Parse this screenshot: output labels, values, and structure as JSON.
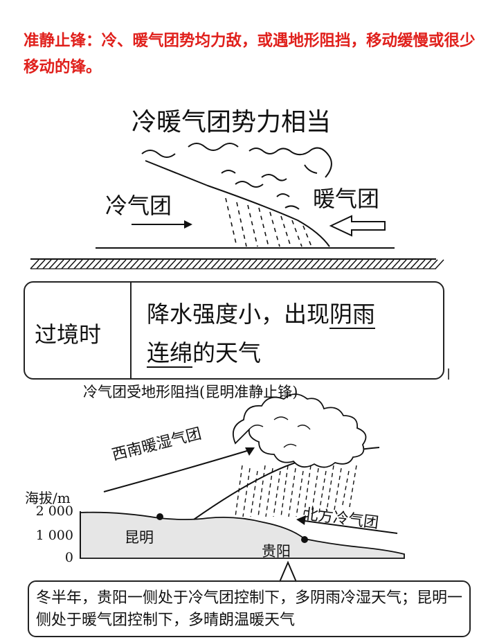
{
  "definition": "准静止锋：冷、暖气团势均力敌，或遇地形阻挡，移动缓慢或很少移动的锋。",
  "diagram1": {
    "title": "冷暖气团势力相当",
    "cold_mass_label": "冷气团",
    "warm_mass_label": "暖气团"
  },
  "table": {
    "term": "过境时",
    "desc_plain": "降水强度小，出现",
    "desc_underlined_1": "阴雨",
    "desc_underlined_2": "连绵",
    "desc_tail": "的天气"
  },
  "diagram2": {
    "title": "冷气团受地形阻挡(昆明准静止锋)",
    "southwest_mass_label": "西南暖湿气团",
    "north_cold_mass_label": "北方冷气团",
    "axis_title": "海拔/m",
    "ticks": [
      "2 000",
      "1 000",
      "0"
    ],
    "city_kunming": "昆明",
    "city_guiyang": "贵阳",
    "note": "冬半年，贵阳一侧处于冷气团控制下，多阴雨冷湿天气；昆明一侧处于暖气团控制下，多晴朗温暖天气"
  }
}
